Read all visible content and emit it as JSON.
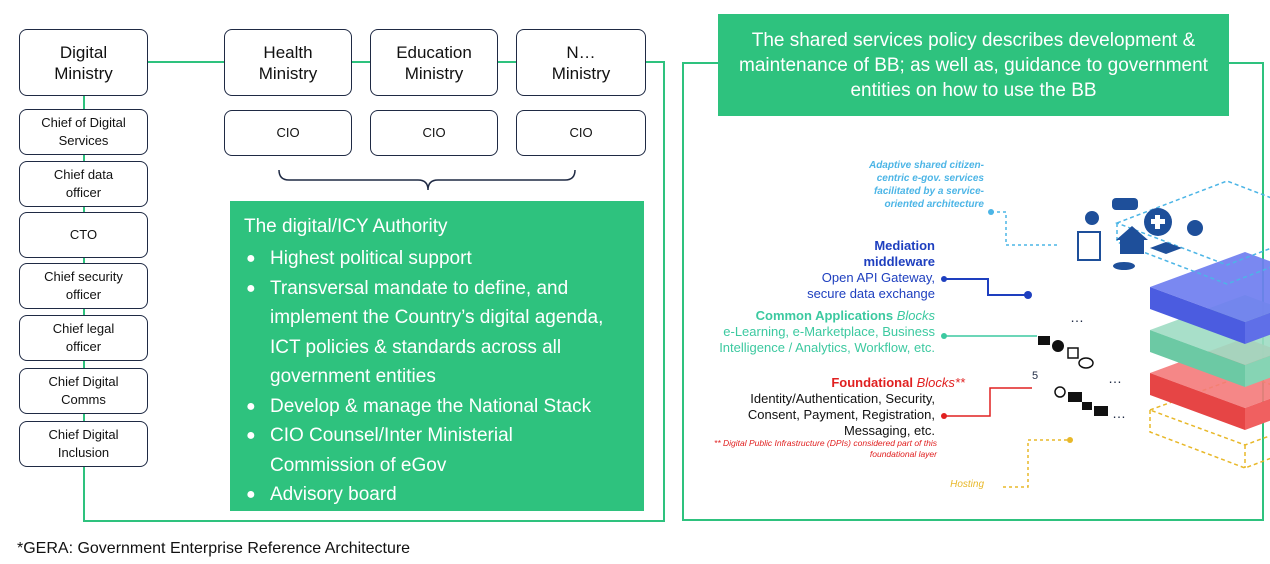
{
  "left": {
    "ministries": [
      {
        "label": "Digital Ministry"
      },
      {
        "label": "Health Ministry"
      },
      {
        "label": "Education Ministry"
      },
      {
        "label": "N… Ministry"
      }
    ],
    "cio_label": "CIO",
    "roles": [
      "Chief of Digital Services",
      "Chief data officer",
      "CTO",
      "Chief security officer",
      "Chief legal officer",
      "Chief Digital Comms",
      "Chief Digital Inclusion"
    ],
    "authority": {
      "title": "The digital/ICY Authority",
      "bullets": [
        "Highest political support",
        "Transversal mandate to define, and implement the Country’s digital agenda, ICT policies & standards across all government entities",
        "Develop & manage the National Stack",
        "CIO Counsel/Inter Ministerial Commission of eGov",
        "Advisory board"
      ]
    }
  },
  "right": {
    "policy_text": "The shared services policy describes development & maintenance of BB; as well as, guidance to government entities on how to use the BB",
    "services_label": "Adaptive shared citizen-centric e-gov. services facilitated by a service-oriented architecture",
    "mediation": {
      "title": "Mediation middleware",
      "body": "Open API Gateway, secure data exchange"
    },
    "common": {
      "title": "Common Applications",
      "title_suffix": "Blocks",
      "body": "e-Learning, e-Marketplace, Business Intelligence / Analytics, Workflow, etc."
    },
    "foundational": {
      "title": "Foundational",
      "title_suffix": "Blocks**",
      "body": "Identity/Authentication, Security, Consent, Payment, Registration, Messaging, etc.",
      "note": "** Digital Public Infrastructure (DPIs) considered part of this foundational layer"
    },
    "hosting_label": "Hosting",
    "layer_number": "5",
    "ellipsis": "…"
  },
  "footnote": "*GERA: Government Enterprise Reference Architecture",
  "colors": {
    "green": "#2ec27e",
    "navy": "#1f2a44",
    "blue": "#1e3fbf",
    "teal": "#3cc9a0",
    "red": "#e02020",
    "sky": "#4cb5e6",
    "gold": "#e8b829"
  },
  "icons": [
    "people-icon",
    "car-icon",
    "health-cross-icon",
    "house-icon",
    "document-icon",
    "coins-icon",
    "graduation-cap-icon",
    "farmer-icon"
  ]
}
